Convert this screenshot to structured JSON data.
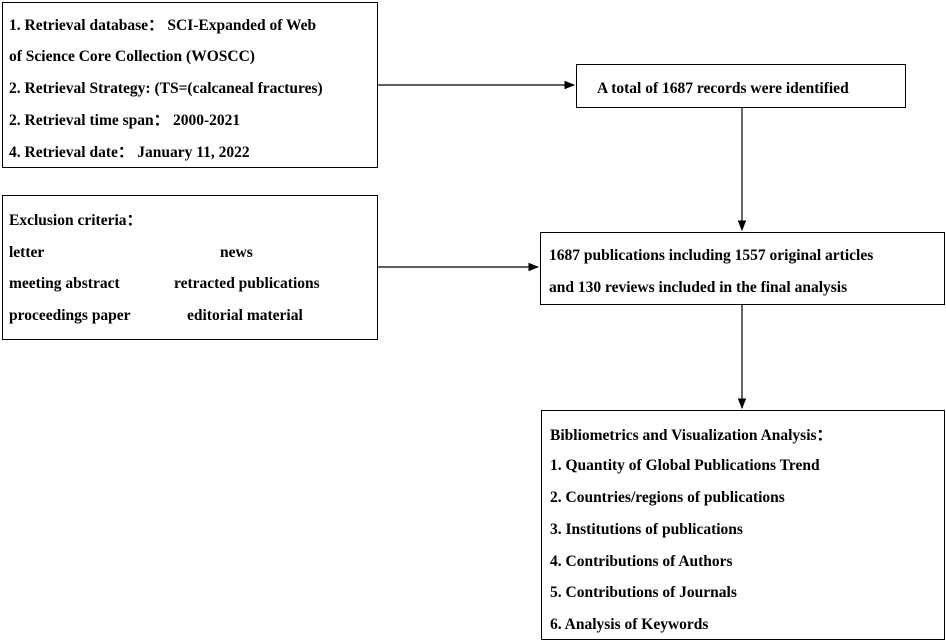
{
  "retrieval_box": {
    "lines": [
      "1. Retrieval database： SCI-Expanded of Web",
      "of Science Core Collection (WOSCC)",
      "2. Retrieval Strategy: (TS=(calcaneal fractures)",
      "2. Retrieval time span： 2000-2021",
      "4. Retrieval date：  January 11, 2022"
    ]
  },
  "exclusion_box": {
    "title": "Exclusion criteria：",
    "left_col": [
      "letter",
      "meeting abstract",
      "proceedings paper"
    ],
    "right_col": [
      "news",
      "retracted publications",
      "editorial material"
    ]
  },
  "identified_box": {
    "text": "A total of 1687 records were identified"
  },
  "included_box": {
    "lines": [
      "1687 publications including 1557 original articles",
      "and 130 reviews included in the final analysis"
    ]
  },
  "analysis_box": {
    "title": "Bibliometrics and Visualization Analysis：",
    "items": [
      "1. Quantity of Global Publications Trend",
      "2. Countries/regions of publications",
      "3. Institutions of publications",
      "4. Contributions of Authors",
      "5. Contributions of Journals",
      "6. Analysis of Keywords"
    ]
  }
}
